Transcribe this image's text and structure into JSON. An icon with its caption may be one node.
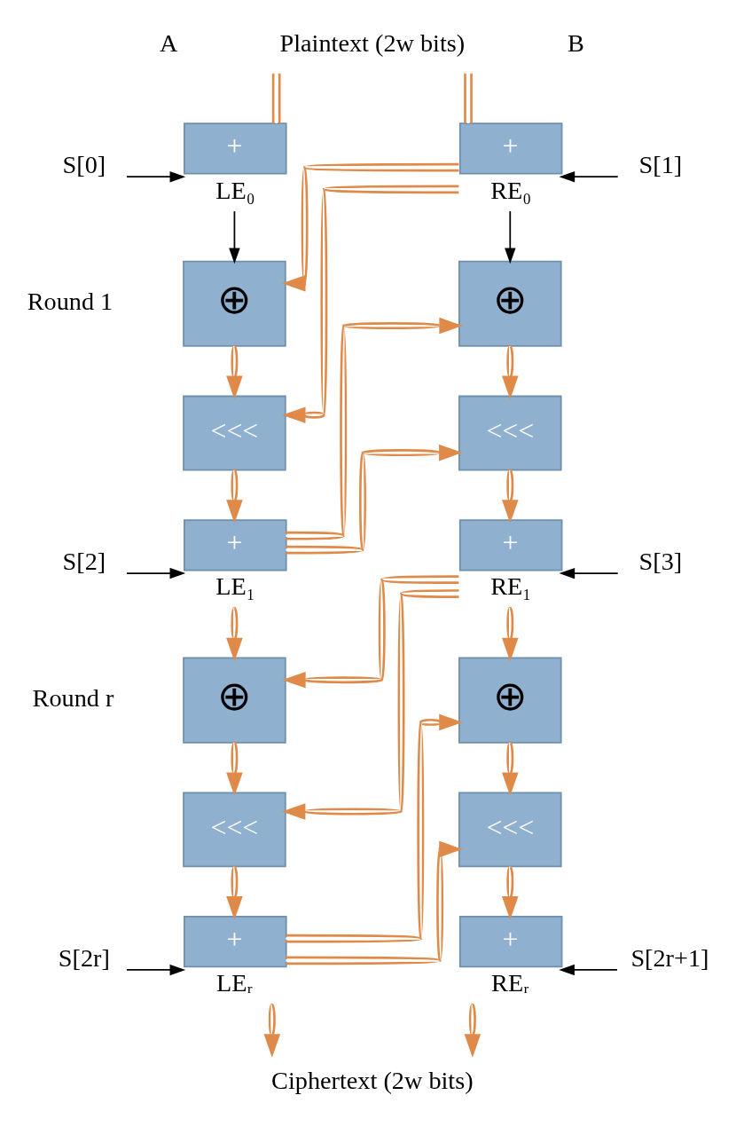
{
  "diagram": {
    "nodes": [
      {
        "text": [
          "Plaintext (2w bits)"
        ]
      },
      {
        "text": [
          "S[0]"
        ]
      },
      {
        "text": [
          "+"
        ],
        "beside": [
          "LE₀"
        ]
      },
      {
        "text": [
          "+"
        ],
        "beside": [
          "RE₀"
        ]
      },
      {
        "text": [
          "S[1]"
        ]
      },
      {
        "text": [
          "⊕"
        ]
      },
      {
        "text": [
          "⊕"
        ]
      },
      {
        "text": [
          "<<<"
        ]
      },
      {
        "text": [
          "<<<"
        ]
      },
      {
        "text": [
          "S[2]"
        ]
      },
      {
        "text": [
          "+"
        ],
        "beside": [
          "LE₁"
        ]
      },
      {
        "text": [
          "+"
        ],
        "beside": [
          "RE₁"
        ]
      },
      {
        "text": [
          "S[3]"
        ]
      },
      {
        "text": [
          "⊕"
        ]
      },
      {
        "text": [
          "⊕"
        ]
      },
      {
        "text": [
          "<<<"
        ]
      },
      {
        "text": [
          "<<<"
        ]
      },
      {
        "text": [
          "S[2r]"
        ]
      },
      {
        "text": [
          "+"
        ],
        "beside": [
          "LEᵣ"
        ]
      },
      {
        "text": [
          "+"
        ],
        "beside": [
          "REᵣ"
        ]
      },
      {
        "text": [
          "S[2r+1]"
        ]
      },
      {
        "text": [
          "Ciphertext (2w bits)"
        ]
      }
    ],
    "edges": [
      {
        "from": 0,
        "to": 2,
        "arrow": "none"
      },
      {
        "from": 0,
        "to": 3,
        "arrow": "none"
      },
      {
        "from": 1,
        "to": 2,
        "arrow": "to",
        "color": "#000000"
      },
      {
        "from": 4,
        "to": 3,
        "arrow": "to",
        "color": "#000000"
      },
      {
        "from": 2,
        "to": 5,
        "arrow": "to",
        "color": "#000000"
      },
      {
        "from": 3,
        "to": 6,
        "arrow": "to",
        "color": "#000000"
      },
      {
        "from": 3,
        "to": 5,
        "arrow": "to"
      },
      {
        "from": 3,
        "to": 7,
        "arrow": "to"
      },
      {
        "from": 5,
        "to": 7,
        "arrow": "to"
      },
      {
        "from": 7,
        "to": 10,
        "arrow": "to"
      },
      {
        "from": 9,
        "to": 10,
        "arrow": "to",
        "color": "#000000"
      },
      {
        "from": 10,
        "to": 6,
        "arrow": "to"
      },
      {
        "from": 10,
        "to": 8,
        "arrow": "to"
      },
      {
        "from": 6,
        "to": 8,
        "arrow": "to"
      },
      {
        "from": 8,
        "to": 11,
        "arrow": "to"
      },
      {
        "from": 12,
        "to": 11,
        "arrow": "to",
        "color": "#000000"
      },
      {
        "from": 10,
        "to": 13,
        "arrow": "to"
      },
      {
        "from": 11,
        "to": 14,
        "arrow": "to"
      },
      {
        "from": 11,
        "to": 13,
        "arrow": "to"
      },
      {
        "from": 11,
        "to": 15,
        "arrow": "to"
      },
      {
        "from": 13,
        "to": 15,
        "arrow": "to"
      },
      {
        "from": 15,
        "to": 18,
        "arrow": "to"
      },
      {
        "from": 17,
        "to": 18,
        "arrow": "to",
        "color": "#000000"
      },
      {
        "from": 18,
        "to": 14,
        "arrow": "to"
      },
      {
        "from": 18,
        "to": 16,
        "arrow": "to"
      },
      {
        "from": 14,
        "to": 16,
        "arrow": "to"
      },
      {
        "from": 16,
        "to": 19,
        "arrow": "to"
      },
      {
        "from": 20,
        "to": 19,
        "arrow": "to",
        "color": "#000000"
      },
      {
        "from": 18,
        "to": 21,
        "arrow": "to"
      },
      {
        "from": 19,
        "to": 21,
        "arrow": "to"
      }
    ],
    "labels": [
      "A",
      "B",
      "Round 1",
      "Round r"
    ]
  }
}
